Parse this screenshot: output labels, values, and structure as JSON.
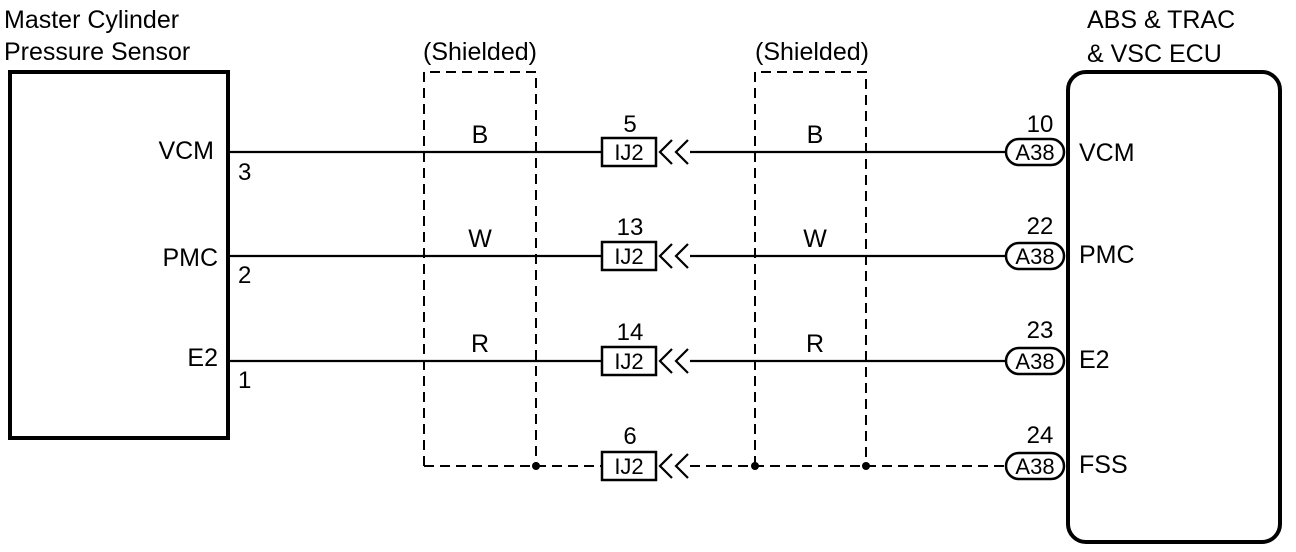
{
  "sensor": {
    "title_line1": "Master Cylinder",
    "title_line2": "Pressure Sensor",
    "pins": [
      {
        "name": "VCM",
        "number": "3"
      },
      {
        "name": "PMC",
        "number": "2"
      },
      {
        "name": "E2",
        "number": "1"
      }
    ]
  },
  "ecu": {
    "title_line1": "ABS & TRAC",
    "title_line2": "& VSC ECU",
    "pins": [
      {
        "name": "VCM",
        "number": "10",
        "connector": "A38"
      },
      {
        "name": "PMC",
        "number": "22",
        "connector": "A38"
      },
      {
        "name": "E2",
        "number": "23",
        "connector": "A38"
      },
      {
        "name": "FSS",
        "number": "24",
        "connector": "A38"
      }
    ]
  },
  "shield_label_left": "(Shielded)",
  "shield_label_right": "(Shielded)",
  "junction": {
    "connector": "IJ2",
    "pins": [
      "5",
      "13",
      "14",
      "6"
    ]
  },
  "wires": [
    {
      "left_color": "B",
      "right_color": "B"
    },
    {
      "left_color": "W",
      "right_color": "W"
    },
    {
      "left_color": "R",
      "right_color": "R"
    }
  ]
}
